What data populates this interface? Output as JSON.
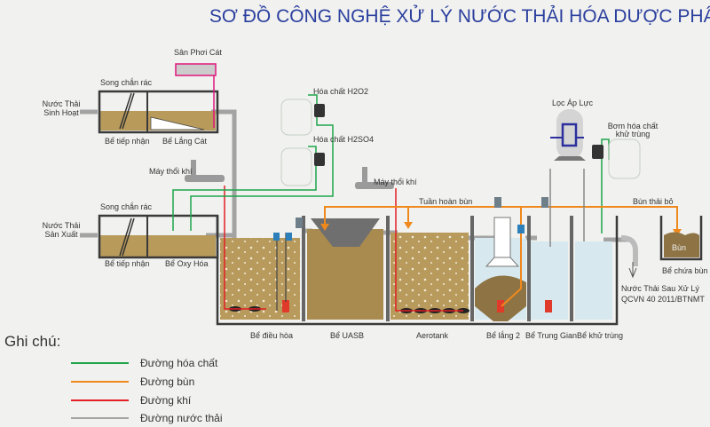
{
  "title": "SƠ ĐỒ CÔNG NGHỆ XỬ LÝ NƯỚC THẢI HÓA DƯỢC PHẨM",
  "inputs": {
    "domestic": [
      "Nước Thải",
      "Sinh Hoạt"
    ],
    "industrial": [
      "Nước Thải",
      "Sản Xuất"
    ]
  },
  "top_line": {
    "screen": "Song chắn rác",
    "receiving": "Bể tiếp nhận",
    "grit": "Bể Lắng Cát",
    "sand_bed": "Sân Phơi Cát"
  },
  "bottom_line": {
    "screen": "Song chắn rác",
    "receiving": "Bể tiếp nhận",
    "oxidation": "Bể Oxy Hóa"
  },
  "equipment": {
    "blower1": "Máy thổi khí",
    "blower2": "Máy thổi khí",
    "chem1": "Hóa chất H2O2",
    "chem2": "Hóa chất H2SO4",
    "pressure_filter": "Lọc Áp Lực",
    "disinfect_pump": [
      "Bơm hóa chất",
      "khử trùng"
    ],
    "sludge_return": "Tuần hoàn bùn",
    "sludge_waste": "Bùn thải bỏ",
    "sludge_label": "Bùn"
  },
  "tanks": [
    "Bể điều hòa",
    "Bể UASB",
    "Aerotank",
    "Bể lắng 2",
    "Bể Trung Gian",
    "Bể khử trùng"
  ],
  "sludge_tank": "Bể chứa bùn",
  "output": [
    "Nước Thải Sau Xử Lý",
    "QCVN 40 2011/BTNMT"
  ],
  "legend": {
    "title": "Ghi chú:",
    "items": [
      {
        "label": "Đường hóa chất",
        "color": "#1ea64b"
      },
      {
        "label": "Đường bùn",
        "color": "#f0891d"
      },
      {
        "label": "Đường khí",
        "color": "#e31e24"
      },
      {
        "label": "Đường nước thải",
        "color": "#a3a3a3"
      }
    ]
  }
}
